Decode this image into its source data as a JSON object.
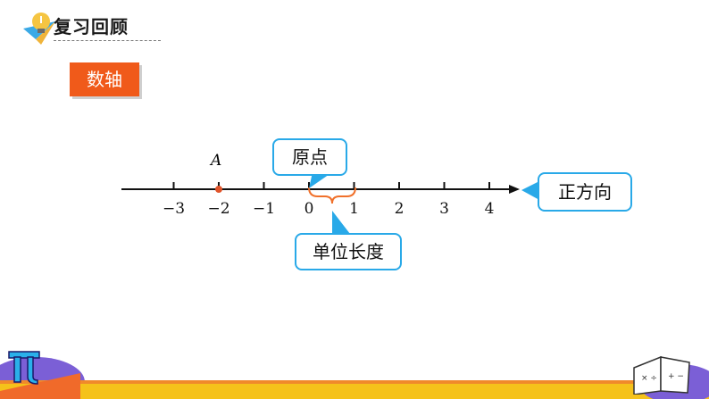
{
  "header": {
    "title": "复习回顾"
  },
  "topic_badge": {
    "label": "数轴"
  },
  "number_line": {
    "ticks": [
      {
        "value": -3,
        "label": "−3"
      },
      {
        "value": -2,
        "label": "−2"
      },
      {
        "value": -1,
        "label": "−1"
      },
      {
        "value": 0,
        "label": "0"
      },
      {
        "value": 1,
        "label": "1"
      },
      {
        "value": 2,
        "label": "2"
      },
      {
        "value": 3,
        "label": "3"
      },
      {
        "value": 4,
        "label": "4"
      }
    ],
    "point_a": {
      "label": "A",
      "value": -2
    },
    "callouts": {
      "origin": "原点",
      "unit_length": "单位长度",
      "positive_direction": "正方向"
    }
  },
  "colors": {
    "accent_blue": "#29a9e8",
    "accent_orange": "#f05a1a",
    "point_color": "#e0542a"
  },
  "decor": {
    "corner_left_icon": "pi-icon",
    "corner_right_icon": "math-book-icon"
  }
}
